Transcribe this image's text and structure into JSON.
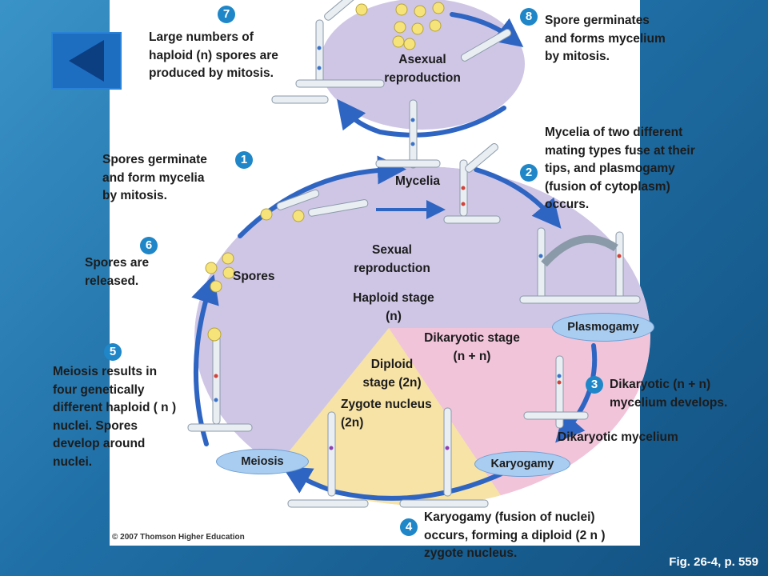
{
  "colors": {
    "background": "#1f6fa6",
    "haploid_region": "#cfc6e6",
    "dikaryotic_region": "#f1c4da",
    "diploid_region": "#f7e3a6",
    "arrow": "#2f65c2",
    "step_badge": "#1f86c8",
    "stage_oval": "#a9cdf0"
  },
  "labels": {
    "asexual": "Asexual\nreproduction",
    "mycelia": "Mycelia",
    "sexual": "Sexual\nreproduction",
    "haploid": "Haploid stage\n(n)",
    "spores": "Spores",
    "dikaryotic": "Dikaryotic stage\n(n + n)",
    "diploid": "Diploid\nstage (2n)",
    "zygote": "Zygote nucleus\n(2n)",
    "dikaryotic_mycelium": "Dikaryotic mycelium"
  },
  "ovals": {
    "plasmogamy": "Plasmogamy",
    "meiosis": "Meiosis",
    "karyogamy": "Karyogamy"
  },
  "steps": [
    {
      "num": "1",
      "text": "Spores germinate\nand form mycelia\nby mitosis."
    },
    {
      "num": "2",
      "text": "Mycelia of two different\nmating types fuse at their\ntips, and plasmogamy\n(fusion of cytoplasm)\noccurs."
    },
    {
      "num": "3",
      "text": "Dikaryotic (n + n)\nmycelium develops."
    },
    {
      "num": "4",
      "text": "Karyogamy (fusion of nuclei)\noccurs, forming a diploid (2 n )\nzygote nucleus."
    },
    {
      "num": "5",
      "text": "Meiosis results in\nfour genetically\ndifferent haploid ( n )\nnuclei. Spores\ndevelop around\nnuclei."
    },
    {
      "num": "6",
      "text": "Spores are\nreleased."
    },
    {
      "num": "7",
      "text": "Large numbers of\nhaploid (n) spores are\nproduced by mitosis."
    },
    {
      "num": "8",
      "text": "Spore germinates\nand forms mycelium\nby mitosis."
    }
  ],
  "copyright": "© 2007 Thomson Higher Education",
  "figure_ref": "Fig. 26-4, p. 559"
}
